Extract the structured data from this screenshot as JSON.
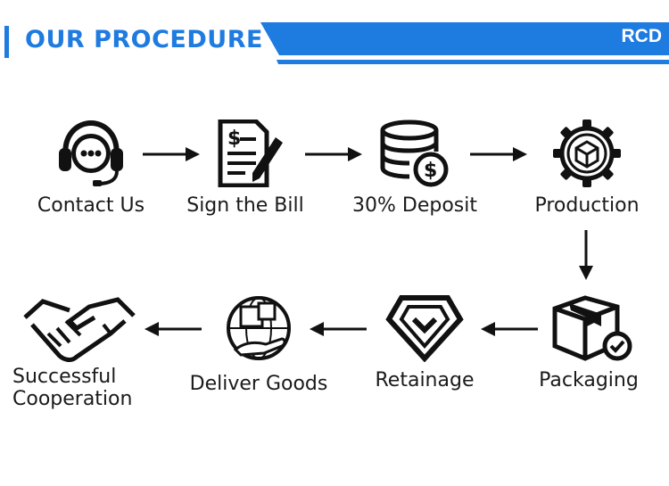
{
  "header": {
    "title": "OUR PROCEDURE",
    "brand": "RCD",
    "accent_color": "#1e7be0"
  },
  "steps": [
    {
      "label": "Contact Us",
      "icon": "headset-chat-icon"
    },
    {
      "label": "Sign the Bill",
      "icon": "document-sign-icon"
    },
    {
      "label": "30% Deposit",
      "icon": "coins-dollar-icon"
    },
    {
      "label": "Production",
      "icon": "gear-box-icon"
    },
    {
      "label": "Packaging",
      "icon": "package-check-icon"
    },
    {
      "label": "Retainage",
      "icon": "diamond-check-icon"
    },
    {
      "label": "Deliver Goods",
      "icon": "globe-delivery-icon"
    },
    {
      "label_line1": "Successful",
      "label_line2": "Cooperation",
      "icon": "handshake-icon"
    }
  ]
}
